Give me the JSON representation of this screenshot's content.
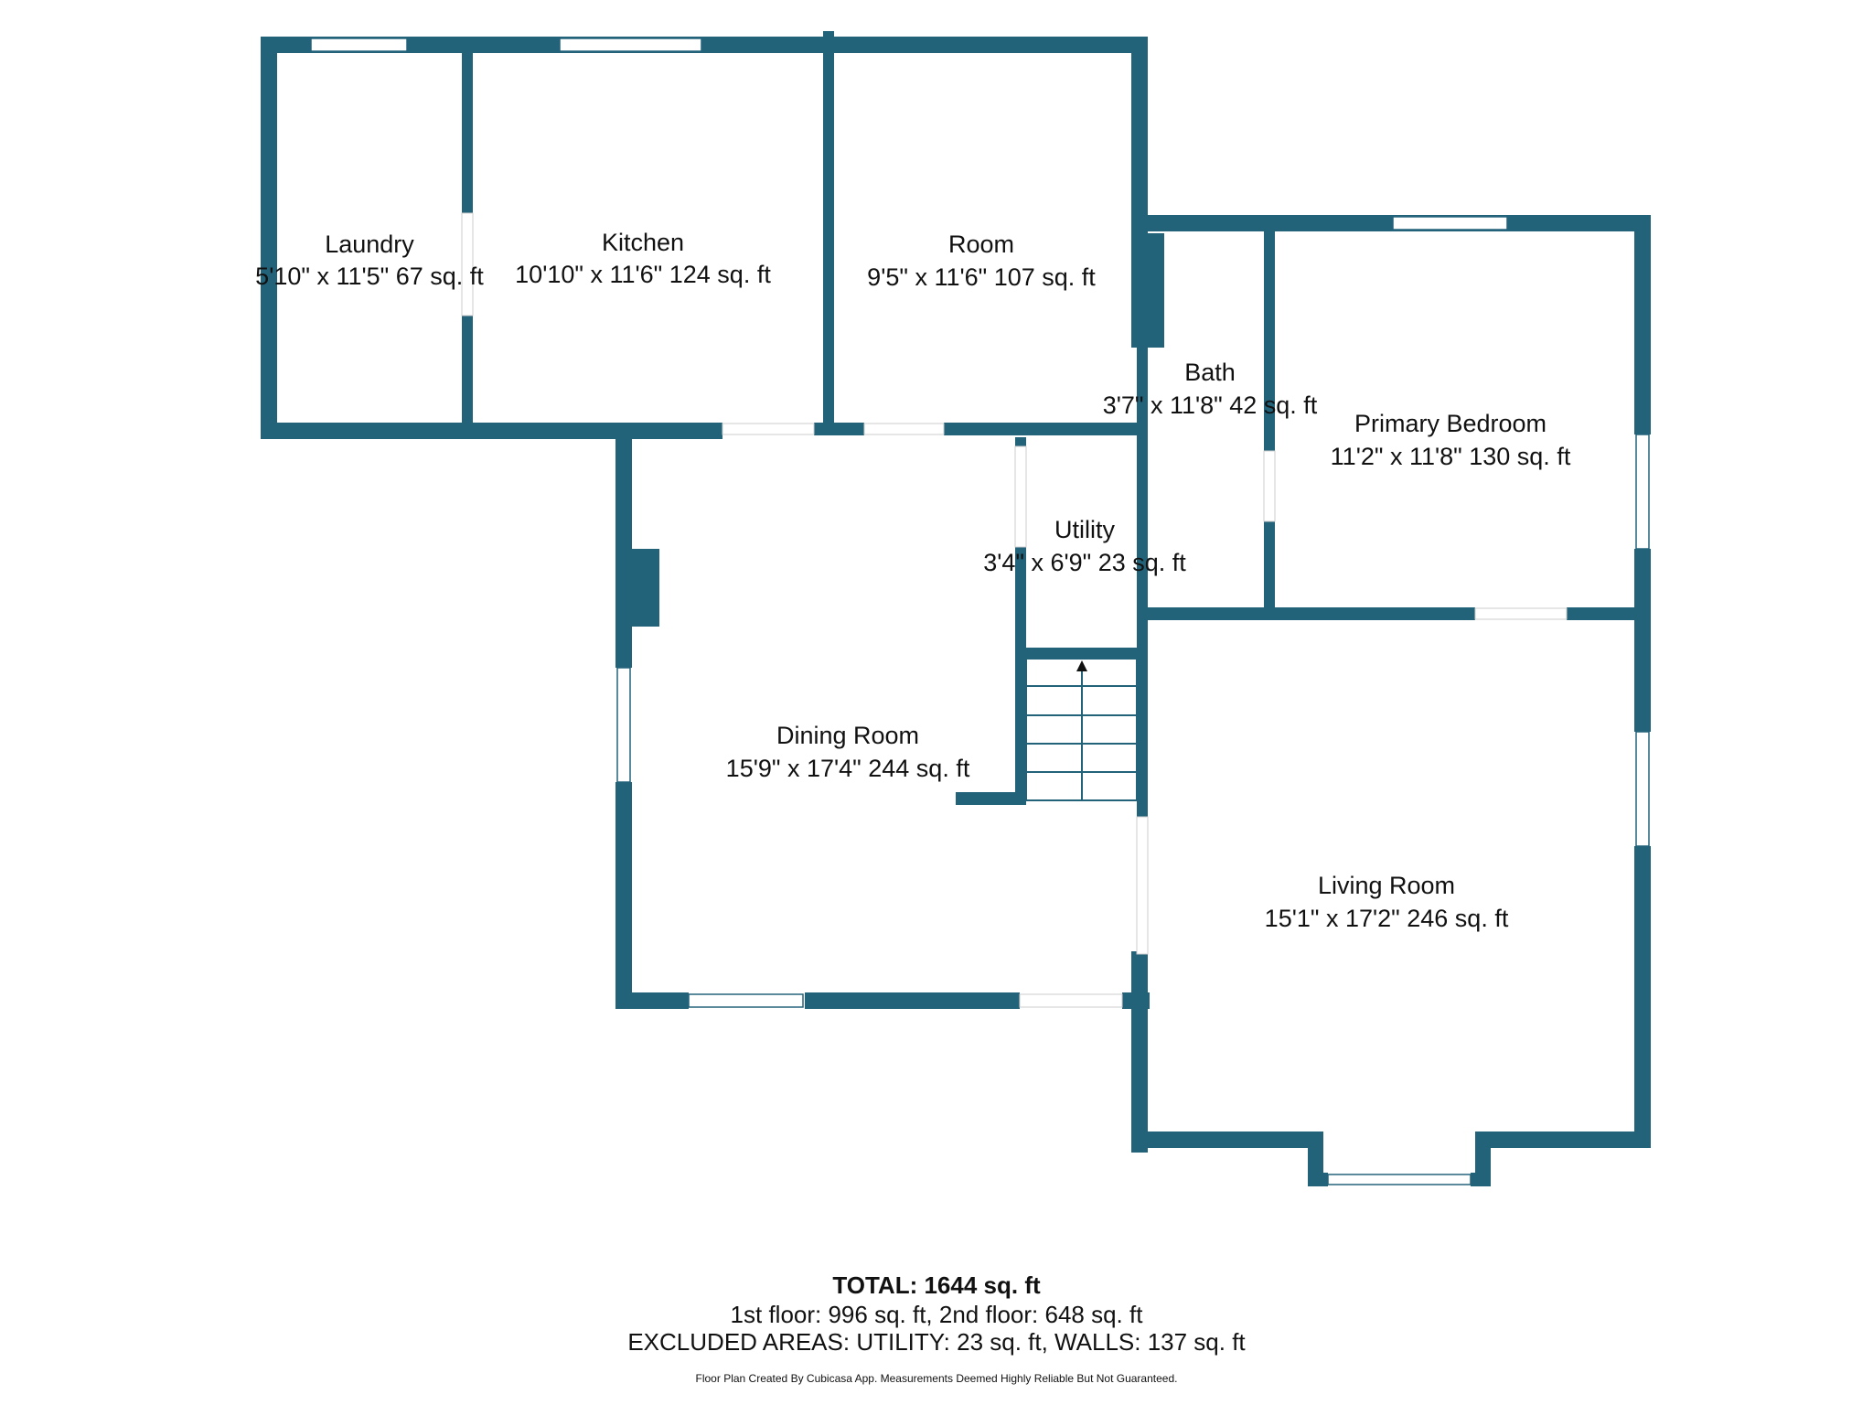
{
  "colors": {
    "wall": "#23637a",
    "window": "#ffffff",
    "window_line": "#23637a",
    "text": "#111111"
  },
  "rooms": {
    "laundry": {
      "name": "Laundry",
      "dims": "5'10\" x 11'5\" 67 sq. ft"
    },
    "kitchen": {
      "name": "Kitchen",
      "dims": "10'10\" x 11'6\" 124 sq. ft"
    },
    "room": {
      "name": "Room",
      "dims": "9'5\" x 11'6\" 107 sq. ft"
    },
    "bath": {
      "name": "Bath",
      "dims": "3'7\" x 11'8\" 42 sq. ft"
    },
    "primary_bedroom": {
      "name": "Primary Bedroom",
      "dims": "11'2\" x 11'8\" 130 sq. ft"
    },
    "utility": {
      "name": "Utility",
      "dims": "3'4\" x 6'9\" 23 sq. ft"
    },
    "dining_room": {
      "name": "Dining Room",
      "dims": "15'9\" x 17'4\" 244 sq. ft"
    },
    "living_room": {
      "name": "Living Room",
      "dims": "15'1\" x 17'2\" 246 sq. ft"
    }
  },
  "summary": {
    "total": "TOTAL: 1644 sq. ft",
    "floors": "1st floor: 996 sq. ft, 2nd floor: 648 sq. ft",
    "excluded": "EXCLUDED AREAS: UTILITY: 23 sq. ft, WALLS: 137 sq. ft",
    "credit": "Floor Plan Created By Cubicasa App. Measurements Deemed Highly Reliable But Not Guaranteed."
  }
}
